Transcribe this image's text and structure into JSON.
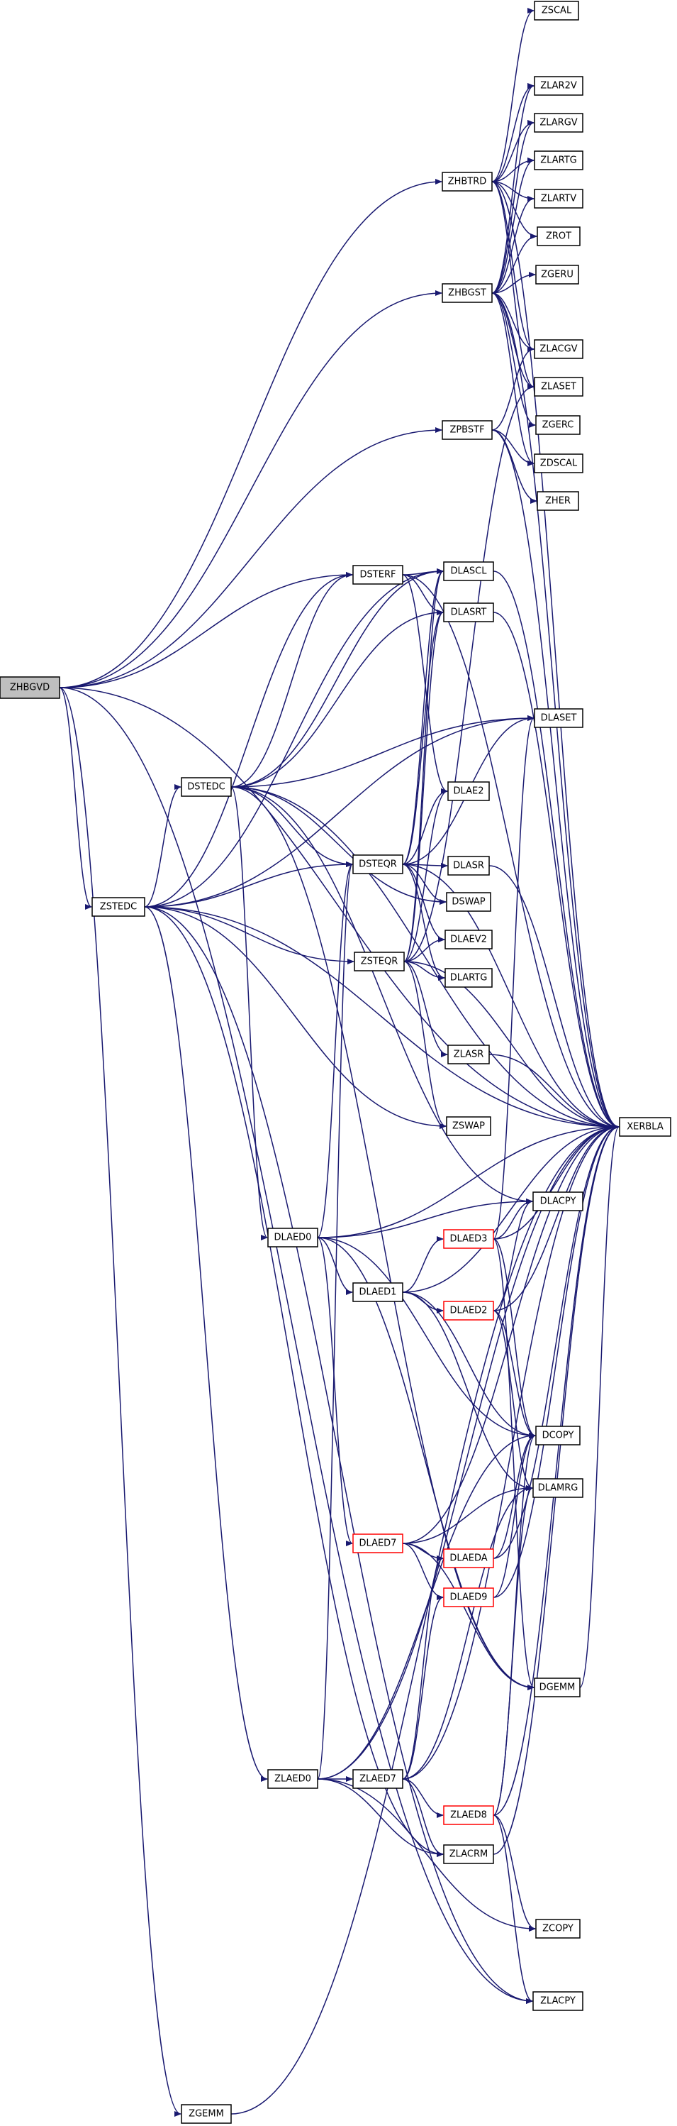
{
  "colors": {
    "edge": "#191970",
    "node_border": "#000000",
    "node_border_incomplete": "#ff0000",
    "root_fill": "#bfbfbf",
    "node_fill": "#ffffff"
  },
  "graph": {
    "root": "ZHBGVD",
    "nodes": [
      {
        "id": "ZHBGVD",
        "label": "ZHBGVD",
        "style": "root"
      },
      {
        "id": "ZSCAL",
        "label": "ZSCAL",
        "style": "normal"
      },
      {
        "id": "ZLAR2V",
        "label": "ZLAR2V",
        "style": "normal"
      },
      {
        "id": "ZLARGV",
        "label": "ZLARGV",
        "style": "normal"
      },
      {
        "id": "ZLARTG",
        "label": "ZLARTG",
        "style": "normal"
      },
      {
        "id": "ZLARTV",
        "label": "ZLARTV",
        "style": "normal"
      },
      {
        "id": "ZROT",
        "label": "ZROT",
        "style": "normal"
      },
      {
        "id": "ZGERU",
        "label": "ZGERU",
        "style": "normal"
      },
      {
        "id": "ZLACGV",
        "label": "ZLACGV",
        "style": "normal"
      },
      {
        "id": "ZLASET",
        "label": "ZLASET",
        "style": "normal"
      },
      {
        "id": "ZGERC",
        "label": "ZGERC",
        "style": "normal"
      },
      {
        "id": "ZDSCAL",
        "label": "ZDSCAL",
        "style": "normal"
      },
      {
        "id": "ZHER",
        "label": "ZHER",
        "style": "normal"
      },
      {
        "id": "ZHBTRD",
        "label": "ZHBTRD",
        "style": "normal"
      },
      {
        "id": "ZHBGST",
        "label": "ZHBGST",
        "style": "normal"
      },
      {
        "id": "ZPBSTF",
        "label": "ZPBSTF",
        "style": "normal"
      },
      {
        "id": "DSTERF",
        "label": "DSTERF",
        "style": "normal"
      },
      {
        "id": "DLASCL",
        "label": "DLASCL",
        "style": "normal"
      },
      {
        "id": "DLASRT",
        "label": "DLASRT",
        "style": "normal"
      },
      {
        "id": "DLASET",
        "label": "DLASET",
        "style": "normal"
      },
      {
        "id": "DSTEDC",
        "label": "DSTEDC",
        "style": "normal"
      },
      {
        "id": "DLAE2",
        "label": "DLAE2",
        "style": "normal"
      },
      {
        "id": "DSTEQR",
        "label": "DSTEQR",
        "style": "normal"
      },
      {
        "id": "DLASR",
        "label": "DLASR",
        "style": "normal"
      },
      {
        "id": "DSWAP",
        "label": "DSWAP",
        "style": "normal"
      },
      {
        "id": "ZSTEDC",
        "label": "ZSTEDC",
        "style": "normal"
      },
      {
        "id": "DLAEV2",
        "label": "DLAEV2",
        "style": "normal"
      },
      {
        "id": "ZSTEQR",
        "label": "ZSTEQR",
        "style": "normal"
      },
      {
        "id": "DLARTG",
        "label": "DLARTG",
        "style": "normal"
      },
      {
        "id": "ZLASR",
        "label": "ZLASR",
        "style": "normal"
      },
      {
        "id": "ZSWAP",
        "label": "ZSWAP",
        "style": "normal"
      },
      {
        "id": "XERBLA",
        "label": "XERBLA",
        "style": "normal"
      },
      {
        "id": "DLACPY",
        "label": "DLACPY",
        "style": "normal"
      },
      {
        "id": "DLAED0",
        "label": "DLAED0",
        "style": "normal"
      },
      {
        "id": "DLAED3",
        "label": "DLAED3",
        "style": "red"
      },
      {
        "id": "DLAED1",
        "label": "DLAED1",
        "style": "normal"
      },
      {
        "id": "DLAED2",
        "label": "DLAED2",
        "style": "red"
      },
      {
        "id": "DCOPY",
        "label": "DCOPY",
        "style": "normal"
      },
      {
        "id": "DLAMRG",
        "label": "DLAMRG",
        "style": "normal"
      },
      {
        "id": "DLAED7",
        "label": "DLAED7",
        "style": "red"
      },
      {
        "id": "DLAEDA",
        "label": "DLAEDA",
        "style": "red"
      },
      {
        "id": "DLAED9",
        "label": "DLAED9",
        "style": "red"
      },
      {
        "id": "DGEMM",
        "label": "DGEMM",
        "style": "normal"
      },
      {
        "id": "ZLAED0",
        "label": "ZLAED0",
        "style": "normal"
      },
      {
        "id": "ZLAED7",
        "label": "ZLAED7",
        "style": "normal"
      },
      {
        "id": "ZLAED8",
        "label": "ZLAED8",
        "style": "red"
      },
      {
        "id": "ZLACRM",
        "label": "ZLACRM",
        "style": "normal"
      },
      {
        "id": "ZCOPY",
        "label": "ZCOPY",
        "style": "normal"
      },
      {
        "id": "ZLACPY",
        "label": "ZLACPY",
        "style": "normal"
      },
      {
        "id": "ZGEMM",
        "label": "ZGEMM",
        "style": "normal"
      }
    ],
    "edges": [
      [
        "ZHBGVD",
        "ZHBTRD"
      ],
      [
        "ZHBGVD",
        "ZHBGST"
      ],
      [
        "ZHBGVD",
        "ZPBSTF"
      ],
      [
        "ZHBGVD",
        "DSTERF"
      ],
      [
        "ZHBGVD",
        "ZSTEDC"
      ],
      [
        "ZHBGVD",
        "XERBLA"
      ],
      [
        "ZHBGVD",
        "ZLACPY"
      ],
      [
        "ZHBGVD",
        "ZGEMM"
      ],
      [
        "ZHBTRD",
        "ZSCAL"
      ],
      [
        "ZHBTRD",
        "ZLAR2V"
      ],
      [
        "ZHBTRD",
        "ZLARGV"
      ],
      [
        "ZHBTRD",
        "ZLARTG"
      ],
      [
        "ZHBTRD",
        "ZLARTV"
      ],
      [
        "ZHBTRD",
        "ZROT"
      ],
      [
        "ZHBTRD",
        "ZLACGV"
      ],
      [
        "ZHBTRD",
        "ZLASET"
      ],
      [
        "ZHBTRD",
        "XERBLA"
      ],
      [
        "ZHBGST",
        "ZLAR2V"
      ],
      [
        "ZHBGST",
        "ZLARGV"
      ],
      [
        "ZHBGST",
        "ZLARTG"
      ],
      [
        "ZHBGST",
        "ZLARTV"
      ],
      [
        "ZHBGST",
        "ZROT"
      ],
      [
        "ZHBGST",
        "ZGERU"
      ],
      [
        "ZHBGST",
        "ZLACGV"
      ],
      [
        "ZHBGST",
        "ZLASET"
      ],
      [
        "ZHBGST",
        "ZGERC"
      ],
      [
        "ZHBGST",
        "ZDSCAL"
      ],
      [
        "ZHBGST",
        "XERBLA"
      ],
      [
        "ZPBSTF",
        "ZLACGV"
      ],
      [
        "ZPBSTF",
        "ZDSCAL"
      ],
      [
        "ZPBSTF",
        "ZHER"
      ],
      [
        "ZPBSTF",
        "XERBLA"
      ],
      [
        "DSTERF",
        "DLASCL"
      ],
      [
        "DSTERF",
        "DLASRT"
      ],
      [
        "DSTERF",
        "DLAE2"
      ],
      [
        "DSTERF",
        "XERBLA"
      ],
      [
        "DLASCL",
        "XERBLA"
      ],
      [
        "DLASRT",
        "XERBLA"
      ],
      [
        "DSTEDC",
        "DSTERF"
      ],
      [
        "DSTEDC",
        "DLASCL"
      ],
      [
        "DSTEDC",
        "DLASRT"
      ],
      [
        "DSTEDC",
        "DLASET"
      ],
      [
        "DSTEDC",
        "DSTEQR"
      ],
      [
        "DSTEDC",
        "DSWAP"
      ],
      [
        "DSTEDC",
        "XERBLA"
      ],
      [
        "DSTEDC",
        "DLACPY"
      ],
      [
        "DSTEDC",
        "DLAED0"
      ],
      [
        "DSTEDC",
        "DGEMM"
      ],
      [
        "DSTEQR",
        "DLASCL"
      ],
      [
        "DSTEQR",
        "DLASRT"
      ],
      [
        "DSTEQR",
        "DLASET"
      ],
      [
        "DSTEQR",
        "DLAE2"
      ],
      [
        "DSTEQR",
        "DLASR"
      ],
      [
        "DSTEQR",
        "DSWAP"
      ],
      [
        "DSTEQR",
        "DLAEV2"
      ],
      [
        "DSTEQR",
        "DLARTG"
      ],
      [
        "DSTEQR",
        "XERBLA"
      ],
      [
        "DLASR",
        "XERBLA"
      ],
      [
        "ZSTEDC",
        "DSTERF"
      ],
      [
        "ZSTEDC",
        "DLASCL"
      ],
      [
        "ZSTEDC",
        "DLASET"
      ],
      [
        "ZSTEDC",
        "DSTEDC"
      ],
      [
        "ZSTEDC",
        "DSTEQR"
      ],
      [
        "ZSTEDC",
        "ZSTEQR"
      ],
      [
        "ZSTEDC",
        "ZSWAP"
      ],
      [
        "ZSTEDC",
        "XERBLA"
      ],
      [
        "ZSTEDC",
        "ZLAED0"
      ],
      [
        "ZSTEDC",
        "ZLACRM"
      ],
      [
        "ZSTEDC",
        "ZLACPY"
      ],
      [
        "ZSTEQR",
        "DLASCL"
      ],
      [
        "ZSTEQR",
        "DLASRT"
      ],
      [
        "ZSTEQR",
        "DLAE2"
      ],
      [
        "ZSTEQR",
        "DLAEV2"
      ],
      [
        "ZSTEQR",
        "DLARTG"
      ],
      [
        "ZSTEQR",
        "ZLASR"
      ],
      [
        "ZSTEQR",
        "ZSWAP"
      ],
      [
        "ZSTEQR",
        "XERBLA"
      ],
      [
        "ZSTEQR",
        "ZLASET"
      ],
      [
        "ZLASR",
        "XERBLA"
      ],
      [
        "DLAED0",
        "DSTEQR"
      ],
      [
        "DLAED0",
        "DLACPY"
      ],
      [
        "DLAED0",
        "XERBLA"
      ],
      [
        "DLAED0",
        "DLAED1"
      ],
      [
        "DLAED0",
        "DCOPY"
      ],
      [
        "DLAED0",
        "DLAED7"
      ],
      [
        "DLAED0",
        "DGEMM"
      ],
      [
        "DLAED3",
        "DLASET"
      ],
      [
        "DLAED3",
        "DLACPY"
      ],
      [
        "DLAED3",
        "XERBLA"
      ],
      [
        "DLAED3",
        "DCOPY"
      ],
      [
        "DLAED3",
        "DGEMM"
      ],
      [
        "DLAED1",
        "DLAED3"
      ],
      [
        "DLAED1",
        "DLAED2"
      ],
      [
        "DLAED1",
        "DCOPY"
      ],
      [
        "DLAED1",
        "DLAMRG"
      ],
      [
        "DLAED1",
        "XERBLA"
      ],
      [
        "DLAED2",
        "DLACPY"
      ],
      [
        "DLAED2",
        "DCOPY"
      ],
      [
        "DLAED2",
        "DLAMRG"
      ],
      [
        "DLAED2",
        "XERBLA"
      ],
      [
        "DLAED7",
        "DLAEDA"
      ],
      [
        "DLAED7",
        "DLAED9"
      ],
      [
        "DLAED7",
        "DLAMRG"
      ],
      [
        "DLAED7",
        "DGEMM"
      ],
      [
        "DLAED7",
        "XERBLA"
      ],
      [
        "DLAEDA",
        "DCOPY"
      ],
      [
        "DLAEDA",
        "XERBLA"
      ],
      [
        "DLAED9",
        "DCOPY"
      ],
      [
        "DLAED9",
        "XERBLA"
      ],
      [
        "DGEMM",
        "XERBLA"
      ],
      [
        "ZLAED0",
        "DSTEQR"
      ],
      [
        "ZLAED0",
        "ZLAED7"
      ],
      [
        "ZLAED0",
        "DCOPY"
      ],
      [
        "ZLAED0",
        "ZLACRM"
      ],
      [
        "ZLAED0",
        "ZCOPY"
      ],
      [
        "ZLAED0",
        "XERBLA"
      ],
      [
        "ZLAED7",
        "DLAEDA"
      ],
      [
        "ZLAED7",
        "DLAED9"
      ],
      [
        "ZLAED7",
        "DLAMRG"
      ],
      [
        "ZLAED7",
        "ZLAED8"
      ],
      [
        "ZLAED7",
        "ZLACRM"
      ],
      [
        "ZLAED7",
        "XERBLA"
      ],
      [
        "ZLAED8",
        "DCOPY"
      ],
      [
        "ZLAED8",
        "DLAMRG"
      ],
      [
        "ZLAED8",
        "ZCOPY"
      ],
      [
        "ZLAED8",
        "ZLACPY"
      ],
      [
        "ZLAED8",
        "XERBLA"
      ],
      [
        "ZLACRM",
        "XERBLA"
      ],
      [
        "ZGEMM",
        "XERBLA"
      ]
    ]
  }
}
